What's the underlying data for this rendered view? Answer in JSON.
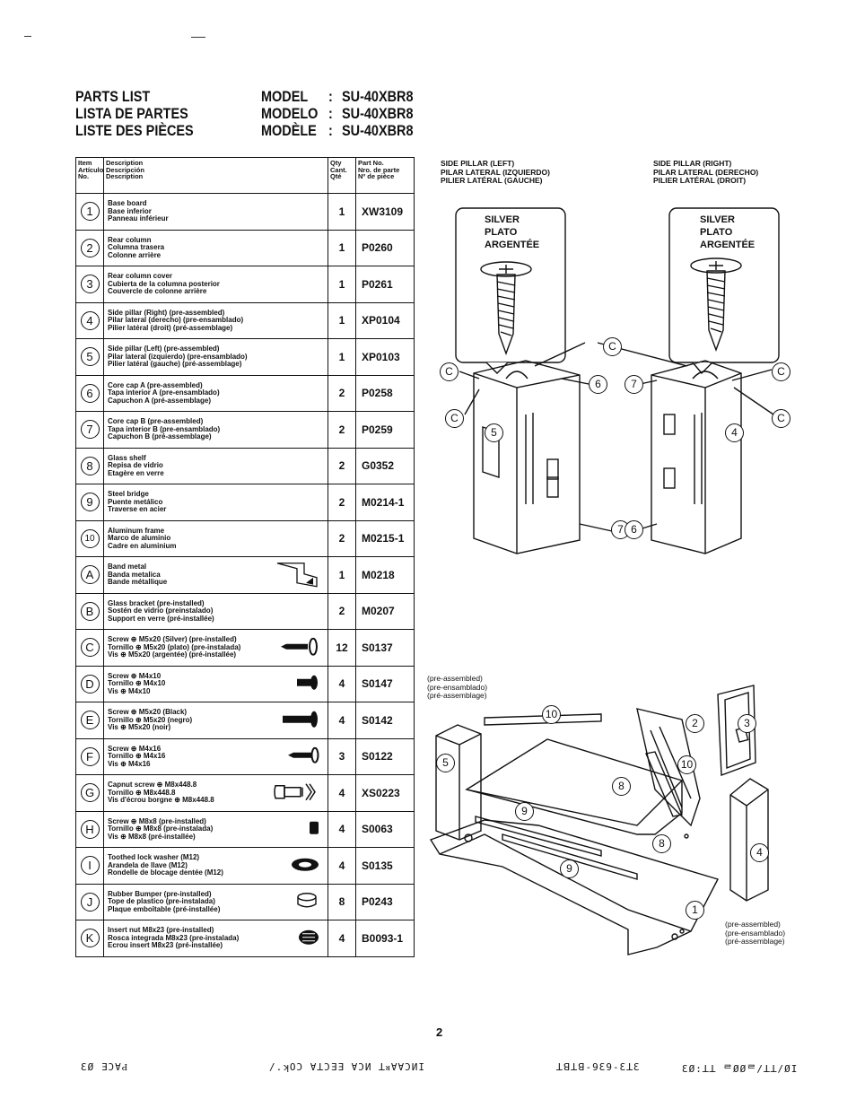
{
  "header": {
    "title_en": "PARTS LIST",
    "title_es": "LISTA DE PARTES",
    "title_fr": "LISTE DES PIÈCES",
    "model_en": "MODEL",
    "model_es": "MODELO",
    "model_fr": "MODÈLE",
    "sep": ":",
    "model_number": "SU-40XBR8"
  },
  "table": {
    "head_item": [
      "Item",
      "Artículo",
      "No."
    ],
    "head_desc": [
      "Description",
      "Descripción",
      "Description"
    ],
    "head_qty": [
      "Qty",
      "Cant.",
      "Qté"
    ],
    "head_part": [
      "Part No.",
      "Nro. de parte",
      "Nº de pièce"
    ],
    "rows": [
      {
        "item": "1",
        "desc": [
          "Base board",
          "Base inferior",
          "Panneau inférieur"
        ],
        "qty": "1",
        "part": "XW3109",
        "icon": ""
      },
      {
        "item": "2",
        "desc": [
          "Rear column",
          "Columna trasera",
          "Colonne arrière"
        ],
        "qty": "1",
        "part": "P0260",
        "icon": ""
      },
      {
        "item": "3",
        "desc": [
          "Rear column cover",
          "Cubierta de la columna posterior",
          "Couvercle de colonne arrière"
        ],
        "qty": "1",
        "part": "P0261",
        "icon": ""
      },
      {
        "item": "4",
        "desc": [
          "Side pillar (Right) (pre-assembled)",
          "Pilar lateral (derecho) (pre-ensamblado)",
          "Pilier latéral (droit) (pré-assemblage)"
        ],
        "qty": "1",
        "part": "XP0104",
        "icon": ""
      },
      {
        "item": "5",
        "desc": [
          "Side pillar (Left) (pre-assembled)",
          "Pilar lateral (izquierdo) (pre-ensamblado)",
          "Pilier latéral (gauche) (pré-assemblage)"
        ],
        "qty": "1",
        "part": "XP0103",
        "icon": ""
      },
      {
        "item": "6",
        "desc": [
          "Core cap A (pre-assembled)",
          "Tapa interior A (pre-ensamblado)",
          "Capuchon A (pré-assemblage)"
        ],
        "qty": "2",
        "part": "P0258",
        "icon": ""
      },
      {
        "item": "7",
        "desc": [
          "Core cap B (pre-assembled)",
          "Tapa interior B (pre-ensamblado)",
          "Capuchon B (pré-assemblage)"
        ],
        "qty": "2",
        "part": "P0259",
        "icon": ""
      },
      {
        "item": "8",
        "desc": [
          "Glass shelf",
          "Repisa de vidrio",
          "Étagère en verre"
        ],
        "qty": "2",
        "part": "G0352",
        "icon": ""
      },
      {
        "item": "9",
        "desc": [
          "Steel bridge",
          "Puente metálico",
          "Traverse en acier"
        ],
        "qty": "2",
        "part": "M0214-1",
        "icon": ""
      },
      {
        "item": "10",
        "desc": [
          "Aluminum frame",
          "Marco de aluminio",
          "Cadre en aluminium"
        ],
        "qty": "2",
        "part": "M0215-1",
        "icon": ""
      },
      {
        "item": "A",
        "desc": [
          "Band metal",
          "Banda metalica",
          "Bande métallique"
        ],
        "qty": "1",
        "part": "M0218",
        "icon": "band-metal-icon"
      },
      {
        "item": "B",
        "desc": [
          "Glass bracket (pre-installed)",
          "Sostén de vidrio (preinstalado)",
          "Support en verre (pré-installée)"
        ],
        "qty": "2",
        "part": "M0207",
        "icon": ""
      },
      {
        "item": "C",
        "desc": [
          "Screw ⊕ M5x20 (Silver) (pre-installed)",
          "Tornillo ⊕ M5x20 (plato) (pre-instalada)",
          "Vis ⊕ M5x20 (argentée) (pré-installée)"
        ],
        "qty": "12",
        "part": "S0137",
        "icon": "screw-long-icon"
      },
      {
        "item": "D",
        "desc": [
          "Screw ⊕ M4x10",
          "Tornillo ⊕ M4x10",
          "Vis ⊕ M4x10"
        ],
        "qty": "4",
        "part": "S0147",
        "icon": "screw-short-icon"
      },
      {
        "item": "E",
        "desc": [
          "Screw ⊕ M5x20 (Black)",
          "Tornillo ⊕ M5x20 (negro)",
          "Vis ⊕ M5x20 (noir)"
        ],
        "qty": "4",
        "part": "S0142",
        "icon": "screw-black-icon"
      },
      {
        "item": "F",
        "desc": [
          "Screw ⊕ M4x16",
          "Tornillo ⊕ M4x16",
          "Vis ⊕ M4x16"
        ],
        "qty": "3",
        "part": "S0122",
        "icon": "screw-medium-icon"
      },
      {
        "item": "G",
        "desc": [
          "Capnut screw ⊕ M8x448.8",
          "Tornillo ⊕ M8x448.8",
          "Vis d'écrou borgne ⊕ M8x448.8"
        ],
        "qty": "4",
        "part": "XS0223",
        "icon": "capnut-screw-icon"
      },
      {
        "item": "H",
        "desc": [
          "Screw ⊕ M8x8 (pre-installed)",
          "Tornillo ⊕ M8x8 (pre-instalada)",
          "Vis ⊕ M8x8 (pré-installée)"
        ],
        "qty": "4",
        "part": "S0063",
        "icon": "screw-tiny-icon"
      },
      {
        "item": "I",
        "desc": [
          "Toothed lock washer (M12)",
          "Arandela de llave (M12)",
          "Rondelle de blocage dentée (M12)"
        ],
        "qty": "4",
        "part": "S0135",
        "icon": "washer-icon"
      },
      {
        "item": "J",
        "desc": [
          "Rubber Bumper (pre-installed)",
          "Tope de plastico (pre-instalada)",
          "Plaque emboîtable (pré-installée)"
        ],
        "qty": "8",
        "part": "P0243",
        "icon": "bumper-icon"
      },
      {
        "item": "K",
        "desc": [
          "Insert nut M8x23 (pre-installed)",
          "Rosca integrada M8x23 (pre-instalada)",
          "Écrou insert M8x23 (pré-installée)"
        ],
        "qty": "4",
        "part": "B0093-1",
        "icon": "insert-nut-icon"
      }
    ]
  },
  "diagram_top": {
    "left_heading": [
      "SIDE PILLAR (LEFT)",
      "PILAR LATERAL (IZQUIERDO)",
      "PILIER LATÉRAL (GAUCHE)"
    ],
    "right_heading": [
      "SIDE PILLAR (RIGHT)",
      "PILAR LATERAL (DERECHO)",
      "PILIER LATÉRAL (DROIT)"
    ],
    "screw_label": [
      "SILVER",
      "PLATO",
      "ARGENTÉE"
    ],
    "callouts_left": [
      "C",
      "C",
      "C",
      "5",
      "6",
      "7"
    ],
    "callouts_right": [
      "7",
      "C",
      "C",
      "4",
      "6"
    ]
  },
  "diagram_bottom": {
    "preassembled_left": [
      "(pre-assembled)",
      "(pre-ensamblado)",
      "(pré-assemblage)"
    ],
    "preassembled_right": [
      "(pre-assembled)",
      "(pre-ensamblado)",
      "(pré-assemblage)"
    ],
    "callouts": [
      "10",
      "2",
      "3",
      "5",
      "10",
      "8",
      "9",
      "8",
      "9",
      "4",
      "1"
    ]
  },
  "page_number": "2",
  "footer": {
    "left": "ƐØ  ƎƆⱯԀ",
    "center": "/.ʞОƆ ⱯꓕƆƎƎ ⱯƆИ ꓕᴚⱯⱯƆИI",
    "right1": "ꓕꓭꓕꓭ-9Ɛ9-ƐꓕƐ",
    "right2": "ƐØ:ꓕꓕ  ᄅØØᄅ/ꓕꓕ/ØI"
  }
}
